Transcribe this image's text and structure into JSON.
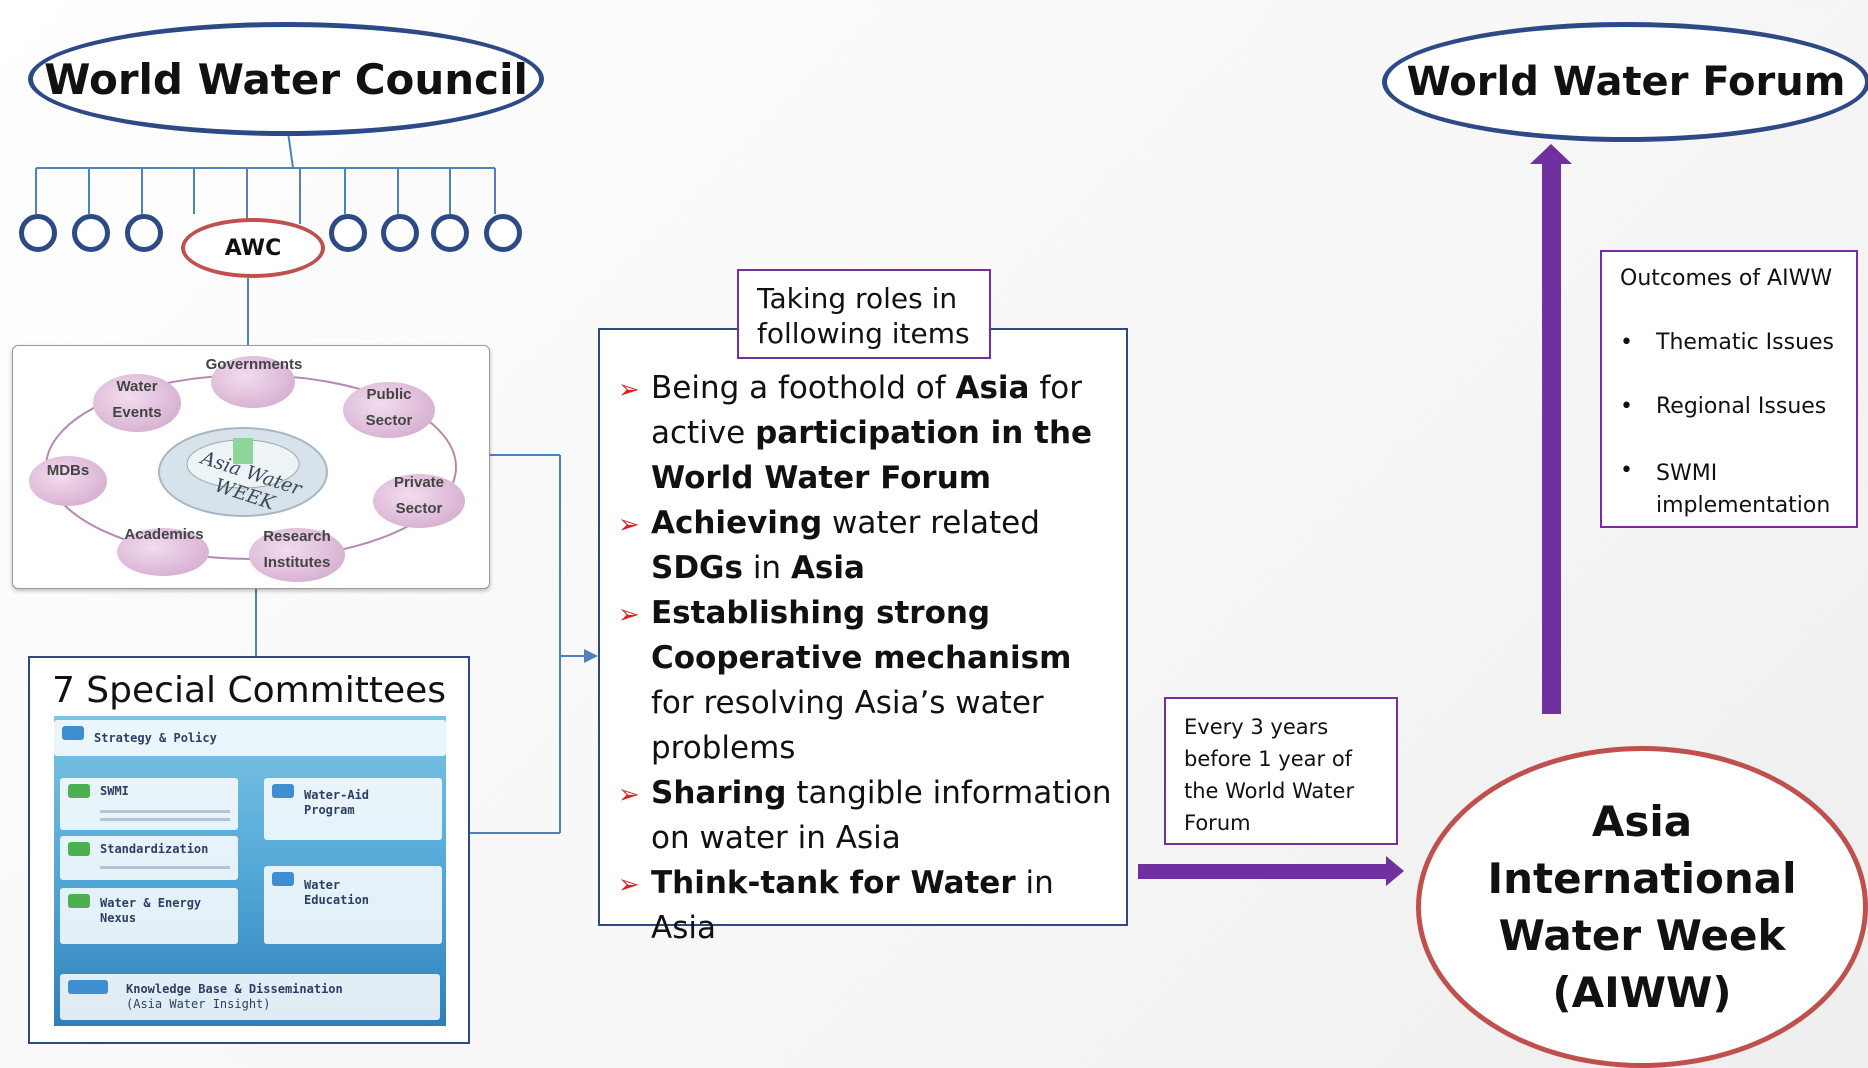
{
  "titles": {
    "council": "World Water Council",
    "forum": "World Water Forum",
    "awc": "AWC"
  },
  "stakeholders": [
    "Governments",
    "Public",
    "Sector",
    "Private",
    "Sector",
    "Research",
    "Institutes",
    "Academics",
    "MDBs",
    "Water",
    "Events",
    "Asia Water WEEK"
  ],
  "committees": {
    "title": "7 Special Committees",
    "items": [
      "Strategy & Policy",
      "SWMI",
      "Water-Aid",
      "Program",
      "Standardization",
      "Water & Energy",
      "Nexus",
      "Water",
      "Education",
      "Knowledge Base & Dissemination",
      "(Asia Water Insight)"
    ]
  },
  "roles_tag": {
    "line1": "Taking roles in",
    "line2": "following items"
  },
  "roles": {
    "b1": {
      "t1": "Being a foothold of ",
      "t2": "Asia",
      "t3": " for active ",
      "t4": "participation in the World Water Forum"
    },
    "b2": {
      "t1": "Achieving",
      "t2": " water related ",
      "t3": "SDGs",
      "t4": " in ",
      "t5": "Asia"
    },
    "b3": {
      "t1": "Establishing strong Cooperative mechanism",
      "t2": " for resolving Asia’s water problems"
    },
    "b4": {
      "t1": "Sharing",
      "t2": " tangible information on water in Asia"
    },
    "b5": {
      "t1": "Think-tank for Water",
      "t2": " in Asia"
    }
  },
  "outcomes": {
    "title": "Outcomes of AIWW",
    "items": [
      "Thematic Issues",
      "Regional Issues",
      "SWMI implementation"
    ]
  },
  "frequency": {
    "line1": "Every 3 years",
    "line2": "before 1 year of",
    "line3": "the World Water",
    "line4": "Forum"
  },
  "aiww": {
    "l1": "Asia",
    "l2": "International",
    "l3": "Water Week",
    "l4": "(AIWW)"
  },
  "colors": {
    "navy": "#2d4a86",
    "red": "#c0504d",
    "purple": "#7030a0",
    "connector_blue": "#4f81bd"
  }
}
